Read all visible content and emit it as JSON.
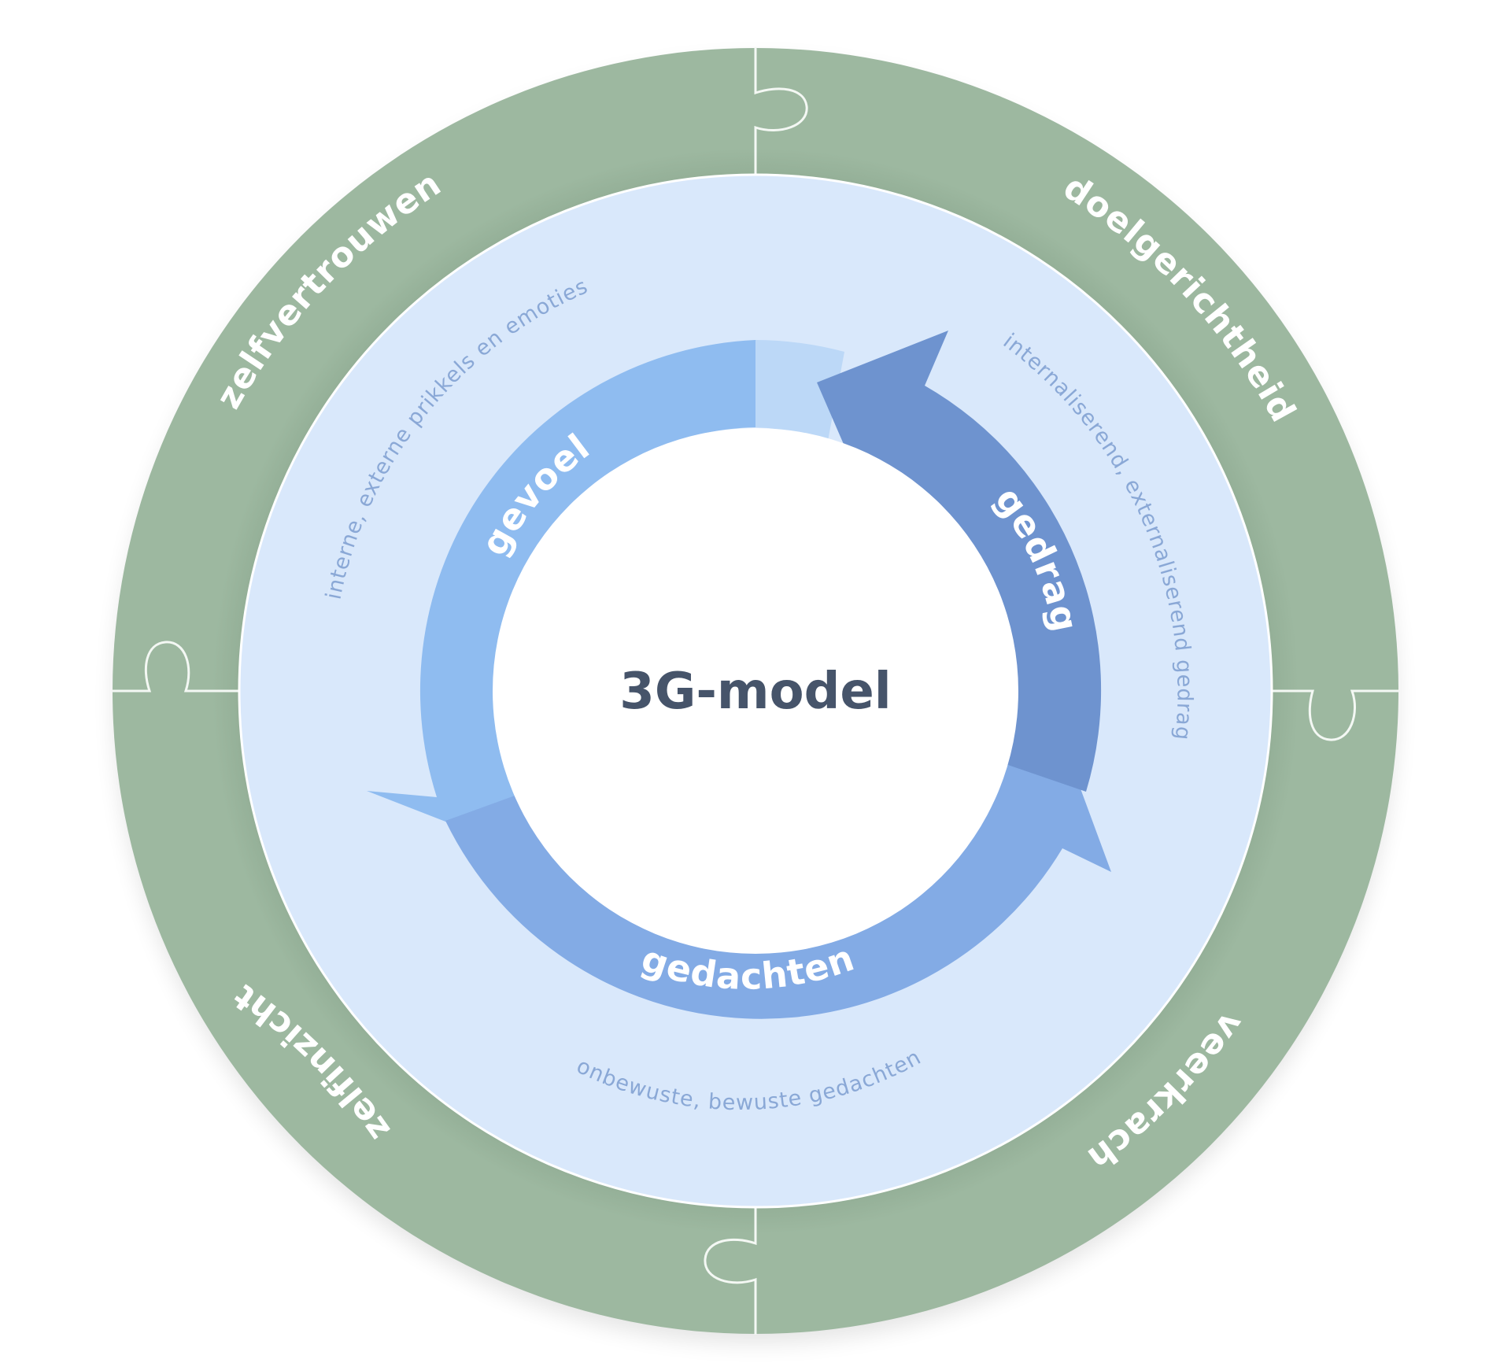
{
  "center": {
    "title": "3G-model"
  },
  "outer_ring": {
    "top_left": "zelfvertrouwen",
    "top_right": "doelgerichtheid",
    "bottom_left": "zelfinzicht",
    "bottom_right": "veerkracht"
  },
  "arrows": {
    "feeling": "gevoel",
    "behaviour": "gedrag",
    "thoughts": "gedachten"
  },
  "descriptions": {
    "feeling": "interne, externe prikkels en emoties",
    "behaviour": "internaliserend, externaliserend gedrag",
    "thoughts": "onbewuste, bewuste gedachten"
  },
  "colors": {
    "outer_green": "#9db8a0",
    "outer_green_dark": "#7d9a82",
    "middle_blue": "#d9e8fb",
    "arrow_feeling": "#8fbcf0",
    "arrow_behaviour": "#6e93cf",
    "arrow_thoughts": "#83abe5",
    "arrow_faint": "#bcd8f7",
    "title_text": "#46546a",
    "description_text": "#8aa8d6"
  }
}
